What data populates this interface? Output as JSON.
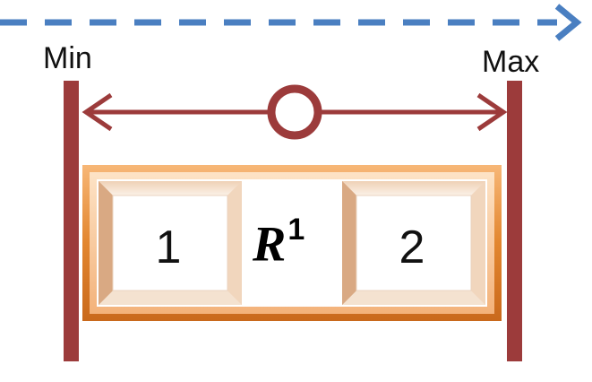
{
  "labels": {
    "min": "Min",
    "max": "Max"
  },
  "cells": [
    {
      "label": "1"
    },
    {
      "label": "2"
    }
  ],
  "region": {
    "symbol": "R",
    "superscript": "1"
  },
  "colors": {
    "axis_arrow": "#4a7fc1",
    "bounds": "#9c3b3b",
    "frame_outer": "#e08a3c",
    "frame_light": "#fde2c4",
    "cell_bevel": "#e8c3a4",
    "text": "#111111"
  }
}
